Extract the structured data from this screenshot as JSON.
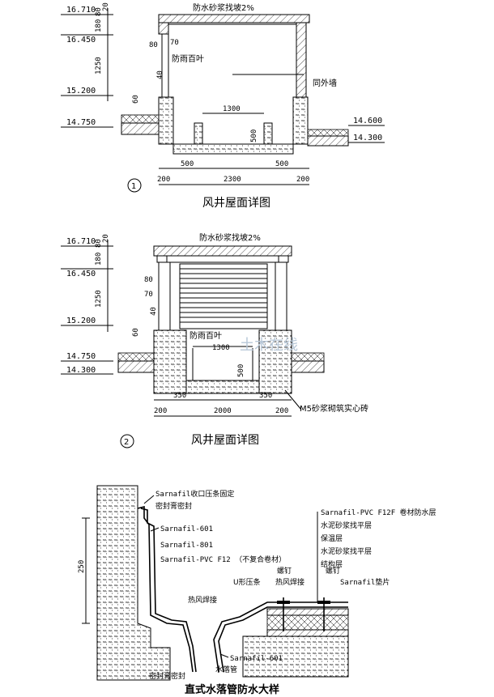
{
  "d1": {
    "elev": [
      "16.710",
      "16.450",
      "15.200",
      "14.750",
      "14.600",
      "14.300"
    ],
    "dims": [
      "80",
      "20",
      "180",
      "1250",
      "60",
      "80",
      "70",
      "40",
      "1300",
      "500",
      "500",
      "500",
      "200",
      "2300",
      "200"
    ],
    "labels": {
      "slope": "防水砂浆找坡2%",
      "louver": "防雨百叶",
      "wall": "同外墙"
    },
    "number": "1",
    "title": "风井屋面详图"
  },
  "d2": {
    "elev": [
      "16.710",
      "16.450",
      "15.200",
      "14.750",
      "14.300"
    ],
    "dims": [
      "80",
      "20",
      "180",
      "1250",
      "60",
      "80",
      "70",
      "40",
      "1300",
      "500",
      "350",
      "350",
      "200",
      "2000",
      "200"
    ],
    "labels": {
      "slope": "防水砂浆找坡2%",
      "louver": "防雨百叶",
      "brick": "M5砂浆砌筑实心砖"
    },
    "number": "2",
    "title": "风井屋面详图"
  },
  "d3": {
    "left_labels": [
      "Sarnafil收口压条固定",
      "密封膏密封",
      "Sarnafil-601",
      "Sarnafil-801",
      "Sarnafil-PVC F12 （不复合卷材）"
    ],
    "dim": "250",
    "mid_labels": [
      "U形压条",
      "螺钉",
      "热风焊接",
      "热风焊接",
      "螺钉",
      "Sarnafil垫片"
    ],
    "right_labels": [
      "Sarnafil-PVC F12F 卷材防水层",
      "水泥砂浆找平层",
      "保温层",
      "水泥砂浆找平层",
      "结构层"
    ],
    "bottom_labels": [
      "Sarnafil-601",
      "水落管",
      "密封膏密封"
    ],
    "title": "直式水落管防水大样"
  },
  "watermark": "土木在线"
}
